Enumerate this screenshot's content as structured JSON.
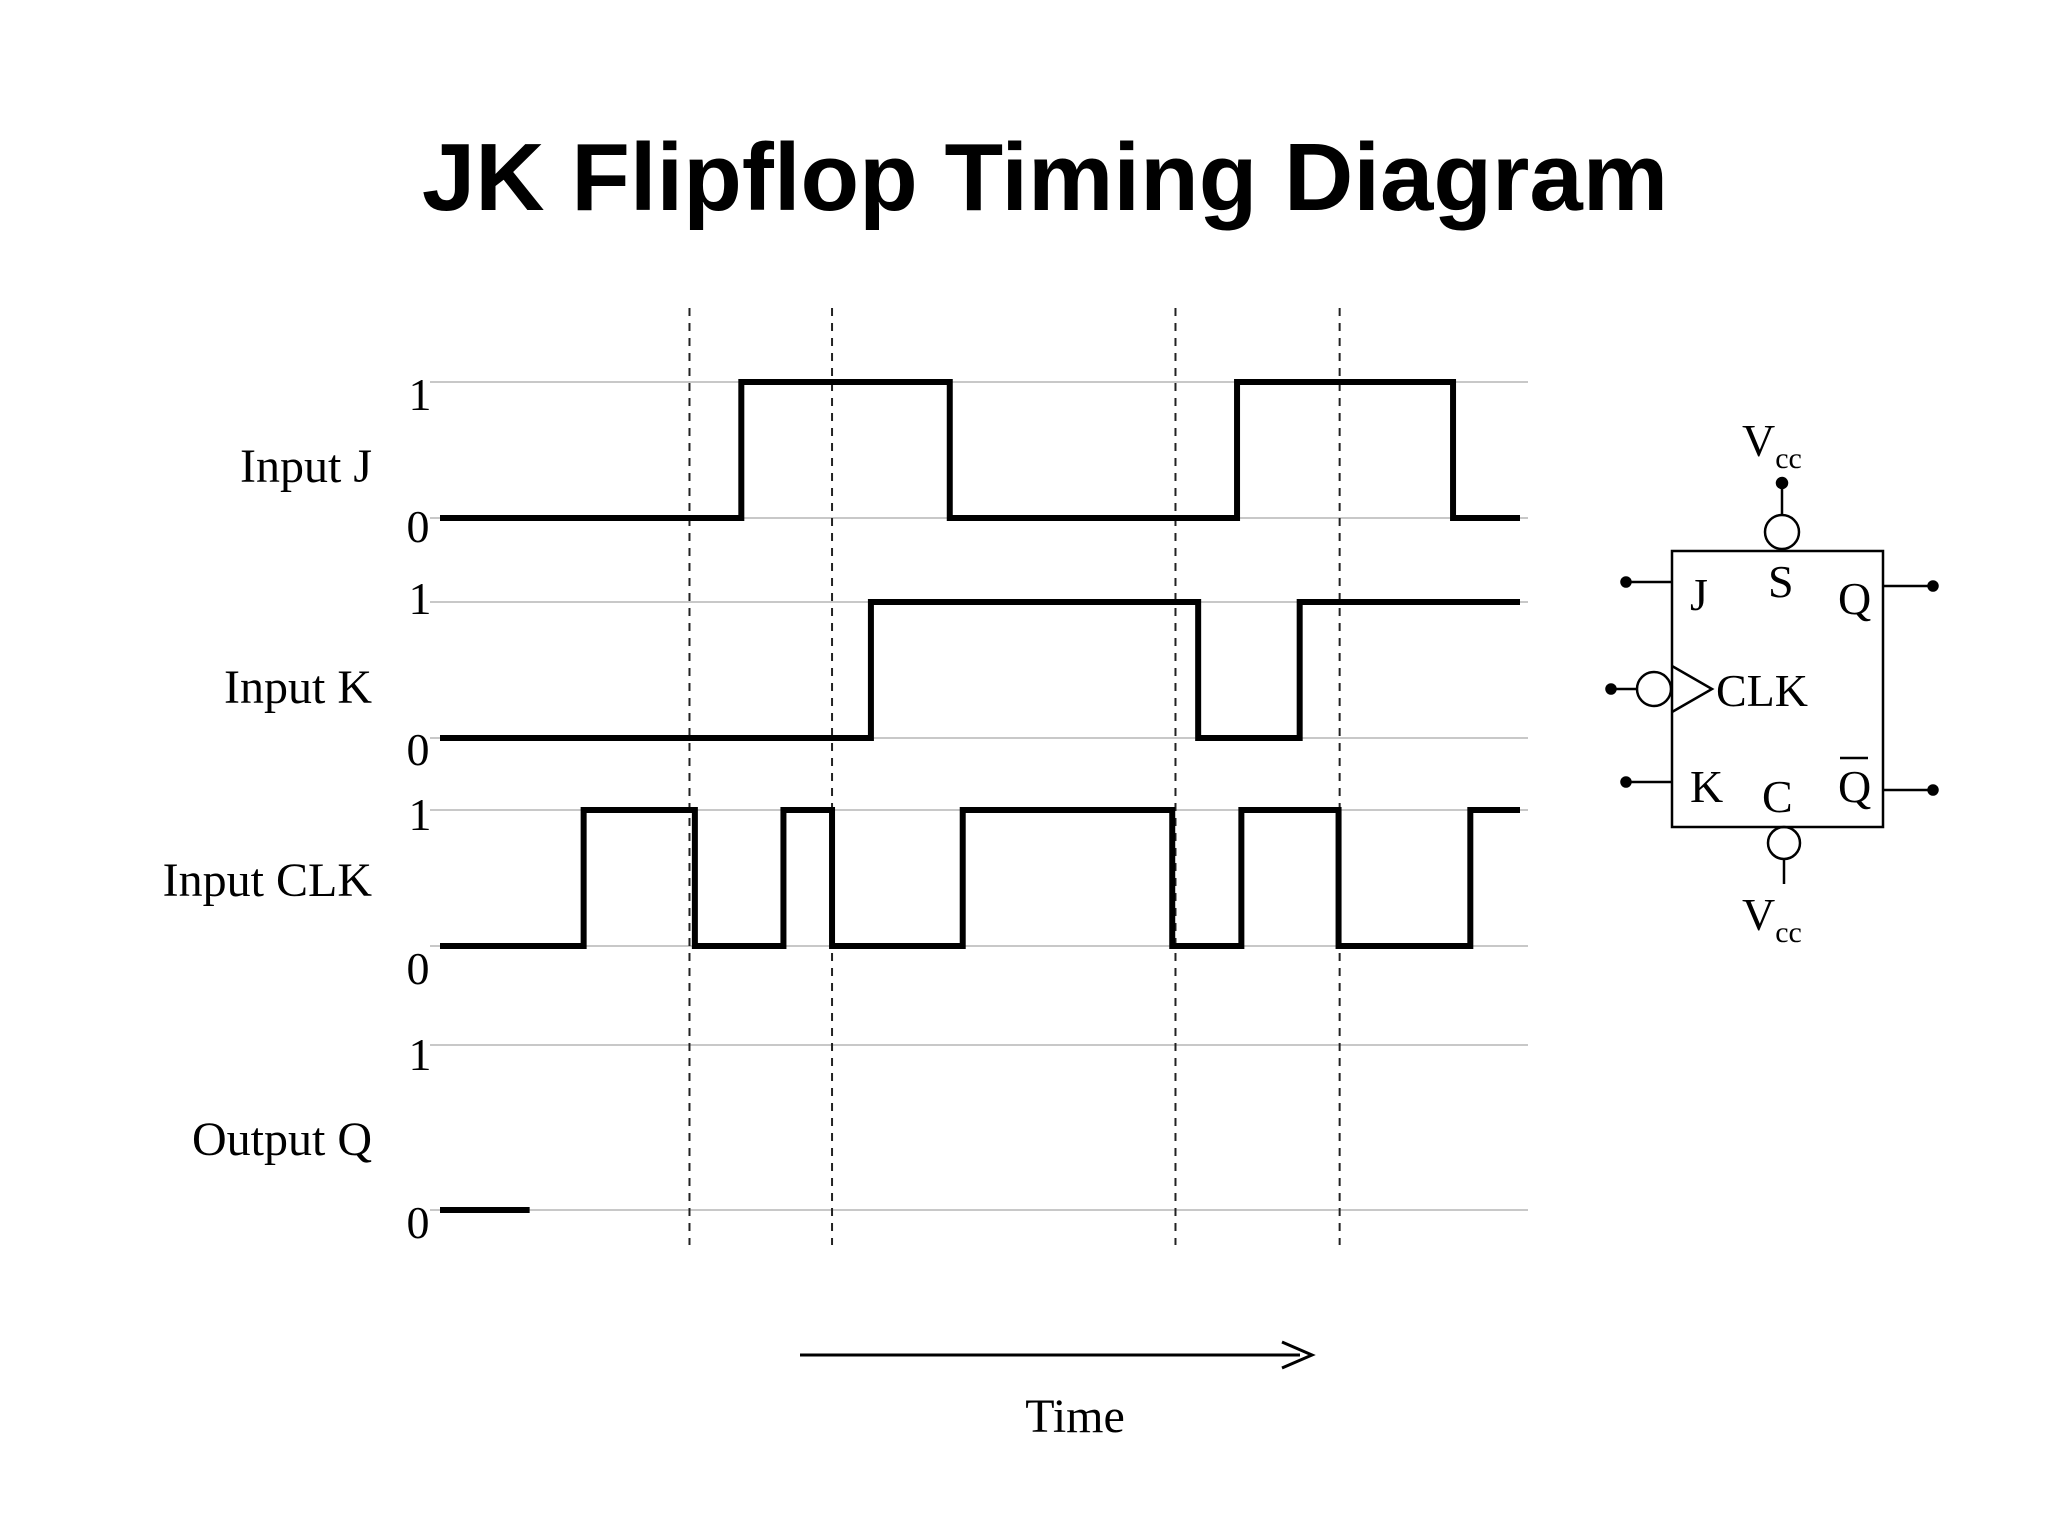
{
  "title": "JK Flipflop Timing Diagram",
  "levels": {
    "high": "1",
    "low": "0"
  },
  "signals": [
    {
      "label": "Input J",
      "segments": [
        [
          0,
          0
        ],
        [
          0.279,
          1
        ],
        [
          0.472,
          0
        ],
        [
          0.738,
          1
        ],
        [
          0.938,
          0
        ]
      ]
    },
    {
      "label": "Input K",
      "segments": [
        [
          0,
          0
        ],
        [
          0.399,
          1
        ],
        [
          0.702,
          0
        ],
        [
          0.796,
          1
        ]
      ]
    },
    {
      "label": "Input CLK",
      "segments": [
        [
          0,
          0
        ],
        [
          0.133,
          1
        ],
        [
          0.236,
          0
        ],
        [
          0.318,
          1
        ],
        [
          0.363,
          0
        ],
        [
          0.484,
          1
        ],
        [
          0.678,
          0
        ],
        [
          0.742,
          1
        ],
        [
          0.832,
          0
        ],
        [
          0.954,
          1
        ]
      ]
    },
    {
      "label": "Output Q",
      "segments": [
        [
          0,
          0
        ]
      ],
      "drawn_until": 0.083
    }
  ],
  "markers": [
    0.231,
    0.363,
    0.681,
    0.833
  ],
  "time_axis": {
    "label": "Time"
  },
  "flipflop": {
    "pins": {
      "j": "J",
      "k": "K",
      "s": "S",
      "c": "C",
      "q": "Q",
      "qbar": "Q",
      "clk": "CLK"
    },
    "supply": {
      "base": "V",
      "sub": "cc"
    }
  },
  "colors": {
    "signal": "#000000",
    "grid": "#c8c8c8",
    "marker": "#222222",
    "text": "#000000"
  }
}
